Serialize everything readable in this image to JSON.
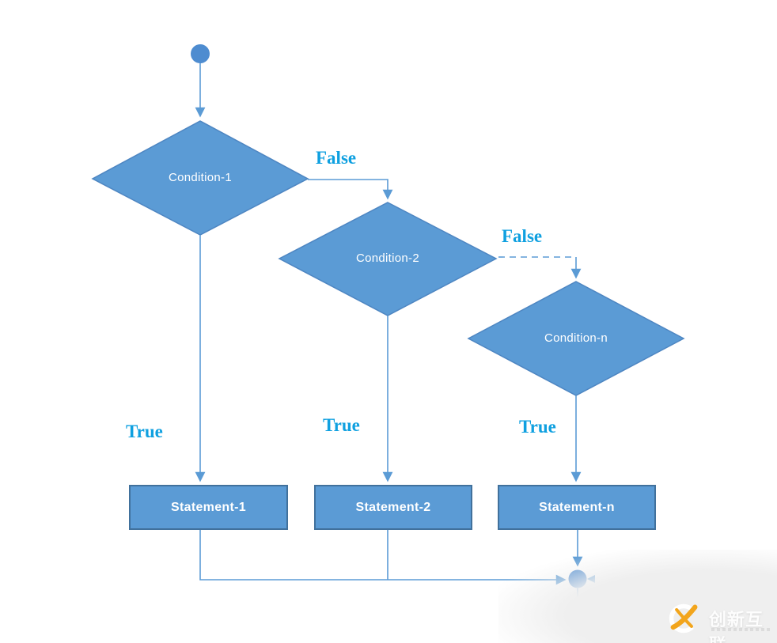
{
  "diagram": {
    "type": "flowchart",
    "subject": "if / else-if ladder control flow",
    "start_node": {
      "shape": "filled-circle"
    },
    "end_node": {
      "shape": "filled-circle"
    },
    "conditions": [
      {
        "label": "Condition-1",
        "shape": "diamond"
      },
      {
        "label": "Condition-2",
        "shape": "diamond"
      },
      {
        "label": "Condition-n",
        "shape": "diamond"
      }
    ],
    "statements": [
      {
        "label": "Statement-1",
        "shape": "rectangle"
      },
      {
        "label": "Statement-2",
        "shape": "rectangle"
      },
      {
        "label": "Statement-n",
        "shape": "rectangle"
      }
    ],
    "edges": {
      "false_1": "False",
      "false_2": "False",
      "true_1": "True",
      "true_2": "True",
      "true_3": "True"
    },
    "notes": "Condition-2 to Condition-n edge is dashed (continuation / ellipsis)",
    "colors": {
      "shape_fill": "#5B9BD5",
      "diamond_border": "#4E86C2",
      "rect_border": "#41719C",
      "connector": "#5B9BD5",
      "node_fill": "#4E8CD0",
      "edge_label_text": "#0FA0E0",
      "shape_text": "#FFFFFF"
    }
  },
  "watermark": {
    "brand": "创新互联",
    "logo": "cx-swoosh-logo",
    "logo_orange": "#F2A51C"
  }
}
